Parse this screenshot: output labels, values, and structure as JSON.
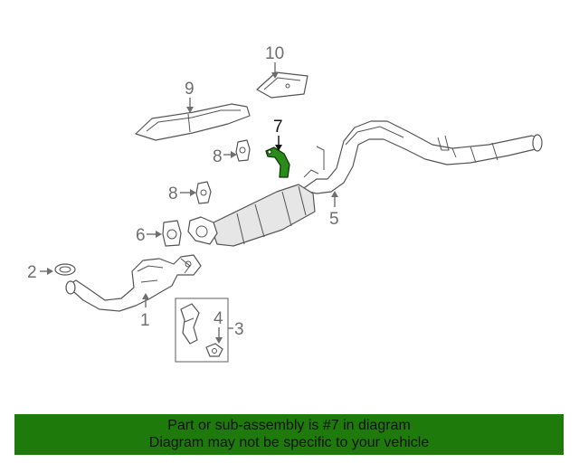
{
  "callouts": {
    "c1": "1",
    "c2": "2",
    "c3": "3",
    "c4": "4",
    "c5": "5",
    "c6": "6",
    "c7": "7",
    "c8a": "8",
    "c8b": "8",
    "c9": "9",
    "c10": "10"
  },
  "highlight": {
    "part_number": "7",
    "color": "#2a8a1a"
  },
  "banner": {
    "line1": "Part or sub-assembly is #7 in diagram",
    "line2": "Diagram may not be specific to your vehicle",
    "background": "#1f7a0c"
  }
}
